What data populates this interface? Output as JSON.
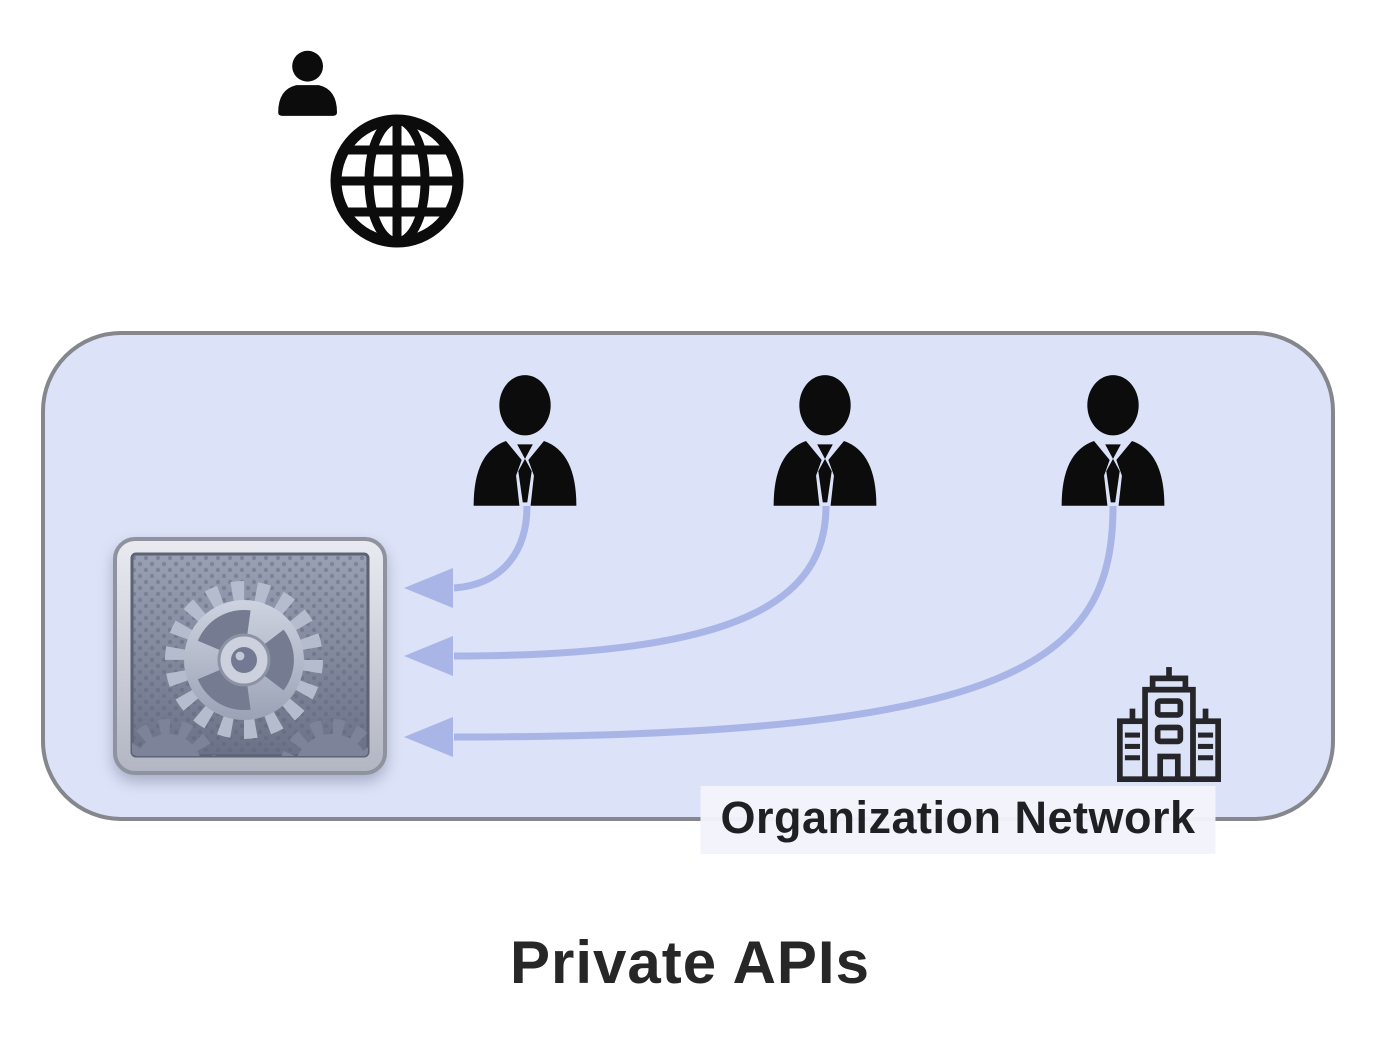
{
  "diagram": {
    "type": "architecture-diagram",
    "title": "Private APIs",
    "box_label": "Organization Network",
    "nodes": {
      "external_user": {
        "icon": "person-icon"
      },
      "internet": {
        "icon": "globe-icon"
      },
      "employees": [
        {
          "icon": "employee-tie-icon"
        },
        {
          "icon": "employee-tie-icon"
        },
        {
          "icon": "employee-tie-icon"
        }
      ],
      "api_service": {
        "icon": "gears-app-icon"
      },
      "organization": {
        "icon": "office-building-icon"
      }
    },
    "arrows": {
      "count": 3,
      "direction": "employees-to-api-service"
    },
    "colors": {
      "page_bg": "#ffffff",
      "box_fill": "#dce2f7",
      "box_border": "#85878c",
      "arrow": "#a9b5e7",
      "icon_ink": "#0c0c0c",
      "label_bg": "#f2f4fb",
      "text": "#272727"
    }
  }
}
